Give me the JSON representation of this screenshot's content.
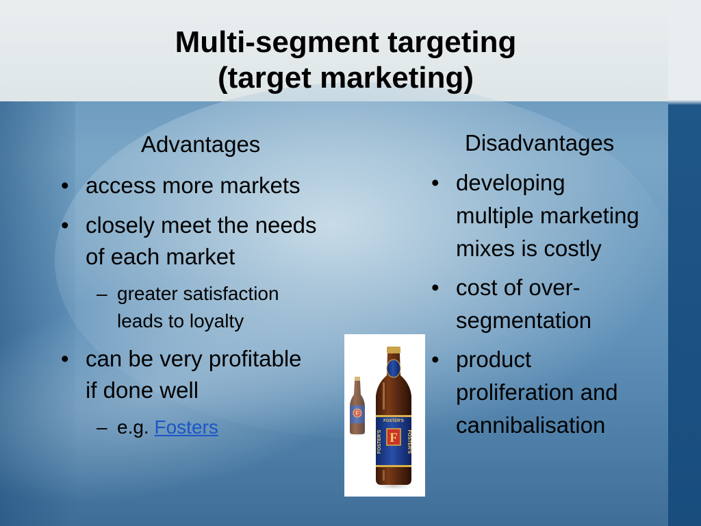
{
  "title": {
    "line1": "Multi-segment targeting",
    "line2": "(target marketing)"
  },
  "advantages": {
    "heading": "Advantages",
    "bullets": [
      "access more markets",
      "closely meet the needs",
      "of each market",
      "can be very profitable",
      "if done well"
    ],
    "subs": [
      "greater satisfaction",
      "leads to loyalty",
      "e.g. "
    ],
    "link_text": "Fosters"
  },
  "disadvantages": {
    "heading": "Disadvantages",
    "lines": [
      "developing",
      "multiple marketing",
      "mixes is costly",
      "cost of over-",
      "segmentation",
      "product",
      "proliferation and",
      "cannibalisation"
    ]
  },
  "image": {
    "label_main": "FOSTER'S",
    "label_side": "FOSTER'S",
    "label_letter": "F"
  },
  "colors": {
    "link": "#1a56c8",
    "bottle_label": "#1d3f8e",
    "bottle_glass": "#5a2a12"
  }
}
